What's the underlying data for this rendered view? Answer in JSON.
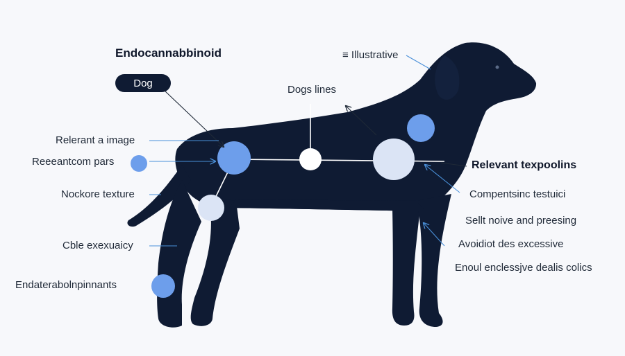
{
  "title": "Endocannabbinoid",
  "pill_label": "Dog",
  "top_labels": {
    "illustrative": "≡ Illustrative",
    "dogs_lines": "Dogs lines"
  },
  "left_labels": [
    "Relerant a image",
    "Reeeantcom pars",
    "Nockore texture",
    "Cble exexuaicy",
    "Endaterabolnpinnants"
  ],
  "right_labels": {
    "relevant": "Relevant texpoolins",
    "compensinc": "Compentsinc testuici",
    "sellt": "Sellt noive and preesing",
    "avoid": "Avoidiot des excessive",
    "enoul": "Enoul enclessjve dealis colics"
  },
  "colors": {
    "silhouette": "#0f1b33",
    "node_blue": "#6d9eeb",
    "node_pale": "#dbe4f5",
    "node_white": "#ffffff",
    "line": "#1f2937",
    "accent": "#4a90d9"
  }
}
